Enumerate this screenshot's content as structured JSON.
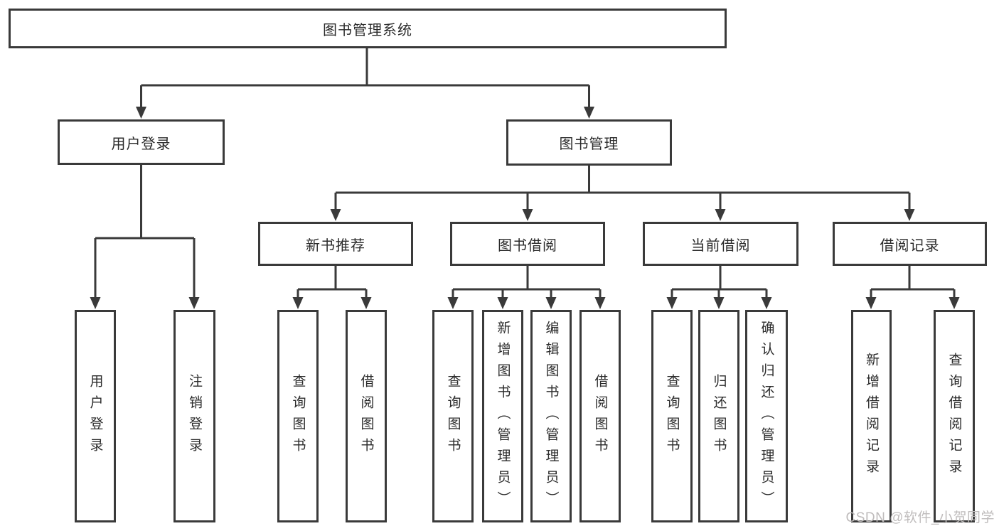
{
  "diagram_title": "图书管理系统",
  "tree": {
    "label": "图书管理系统",
    "children": [
      {
        "label": "用户登录",
        "children": [
          {
            "label": "用户登录"
          },
          {
            "label": "注销登录"
          }
        ]
      },
      {
        "label": "图书管理",
        "children": [
          {
            "label": "新书推荐",
            "children": [
              {
                "label": "查询图书"
              },
              {
                "label": "借阅图书"
              }
            ]
          },
          {
            "label": "图书借阅",
            "children": [
              {
                "label": "查询图书"
              },
              {
                "label": "新增图书（管理员）"
              },
              {
                "label": "编辑图书（管理员）"
              },
              {
                "label": "借阅图书"
              }
            ]
          },
          {
            "label": "当前借阅",
            "children": [
              {
                "label": "查询图书"
              },
              {
                "label": "归还图书"
              },
              {
                "label": "确认归还（管理员）"
              }
            ]
          },
          {
            "label": "借阅记录",
            "children": [
              {
                "label": "新增借阅记录"
              },
              {
                "label": "查询借阅记录"
              }
            ]
          }
        ]
      }
    ]
  },
  "watermark": "CSDN @软件_小贺同学",
  "colors": {
    "line": "#3a3a3a",
    "text": "#2b2b2b",
    "background": "#ffffff",
    "watermark": "#bfbcbc"
  }
}
